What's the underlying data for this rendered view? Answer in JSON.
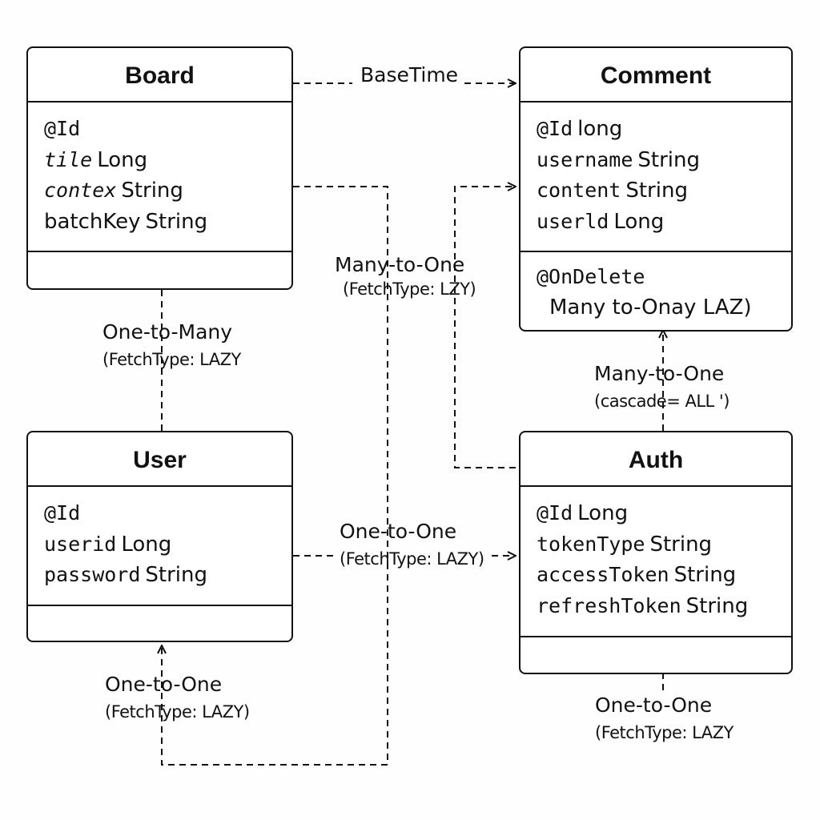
{
  "entities": {
    "board": {
      "name": "Board",
      "attrs": [
        {
          "a": "@Id",
          "b": ""
        },
        {
          "a": "tile",
          "b": "Long"
        },
        {
          "a": "contex",
          "b": "String"
        },
        {
          "a": "batchKey",
          "b": "String"
        }
      ],
      "methods": []
    },
    "comment": {
      "name": "Comment",
      "attrs": [
        {
          "a": "@Id",
          "b": "long"
        },
        {
          "a": "username",
          "b": "String"
        },
        {
          "a": "content",
          "b": "String"
        },
        {
          "a": "userld",
          "b": "Long"
        }
      ],
      "methods": [
        "@OnDelete",
        "Many to-Onay  LAZ)"
      ]
    },
    "user": {
      "name": "User",
      "attrs": [
        {
          "a": "@Id",
          "b": ""
        },
        {
          "a": "userid",
          "b": "Long"
        },
        {
          "a": "password",
          "b": "String"
        }
      ],
      "methods": []
    },
    "auth": {
      "name": "Auth",
      "attrs": [
        {
          "a": "@Id",
          "b": "Long"
        },
        {
          "a": "tokenType",
          "b": "String"
        },
        {
          "a": "accessToken",
          "b": "String"
        },
        {
          "a": "refreshToken",
          "b": "String"
        }
      ],
      "methods": []
    }
  },
  "relations": {
    "board_comment": {
      "line1": "BaseTime"
    },
    "board_comment_many": {
      "line1": "Many-to-One",
      "line2": "(FetchType: LZY)"
    },
    "user_board": {
      "line1": "One-to-Many",
      "line2": "(FetchType: LAZY"
    },
    "auth_comment": {
      "line1": "Many-to-One",
      "line2": "(cascade= ALL ')"
    },
    "user_auth": {
      "line1": "One-to-One",
      "line2": "(FetchType: LAZY)"
    },
    "bottom_user": {
      "line1": "One-to-One",
      "line2": "(FetchType: LAZY)"
    },
    "bottom_auth": {
      "line1": "One-to-One",
      "line2": "(FetchType: LAZY"
    }
  }
}
